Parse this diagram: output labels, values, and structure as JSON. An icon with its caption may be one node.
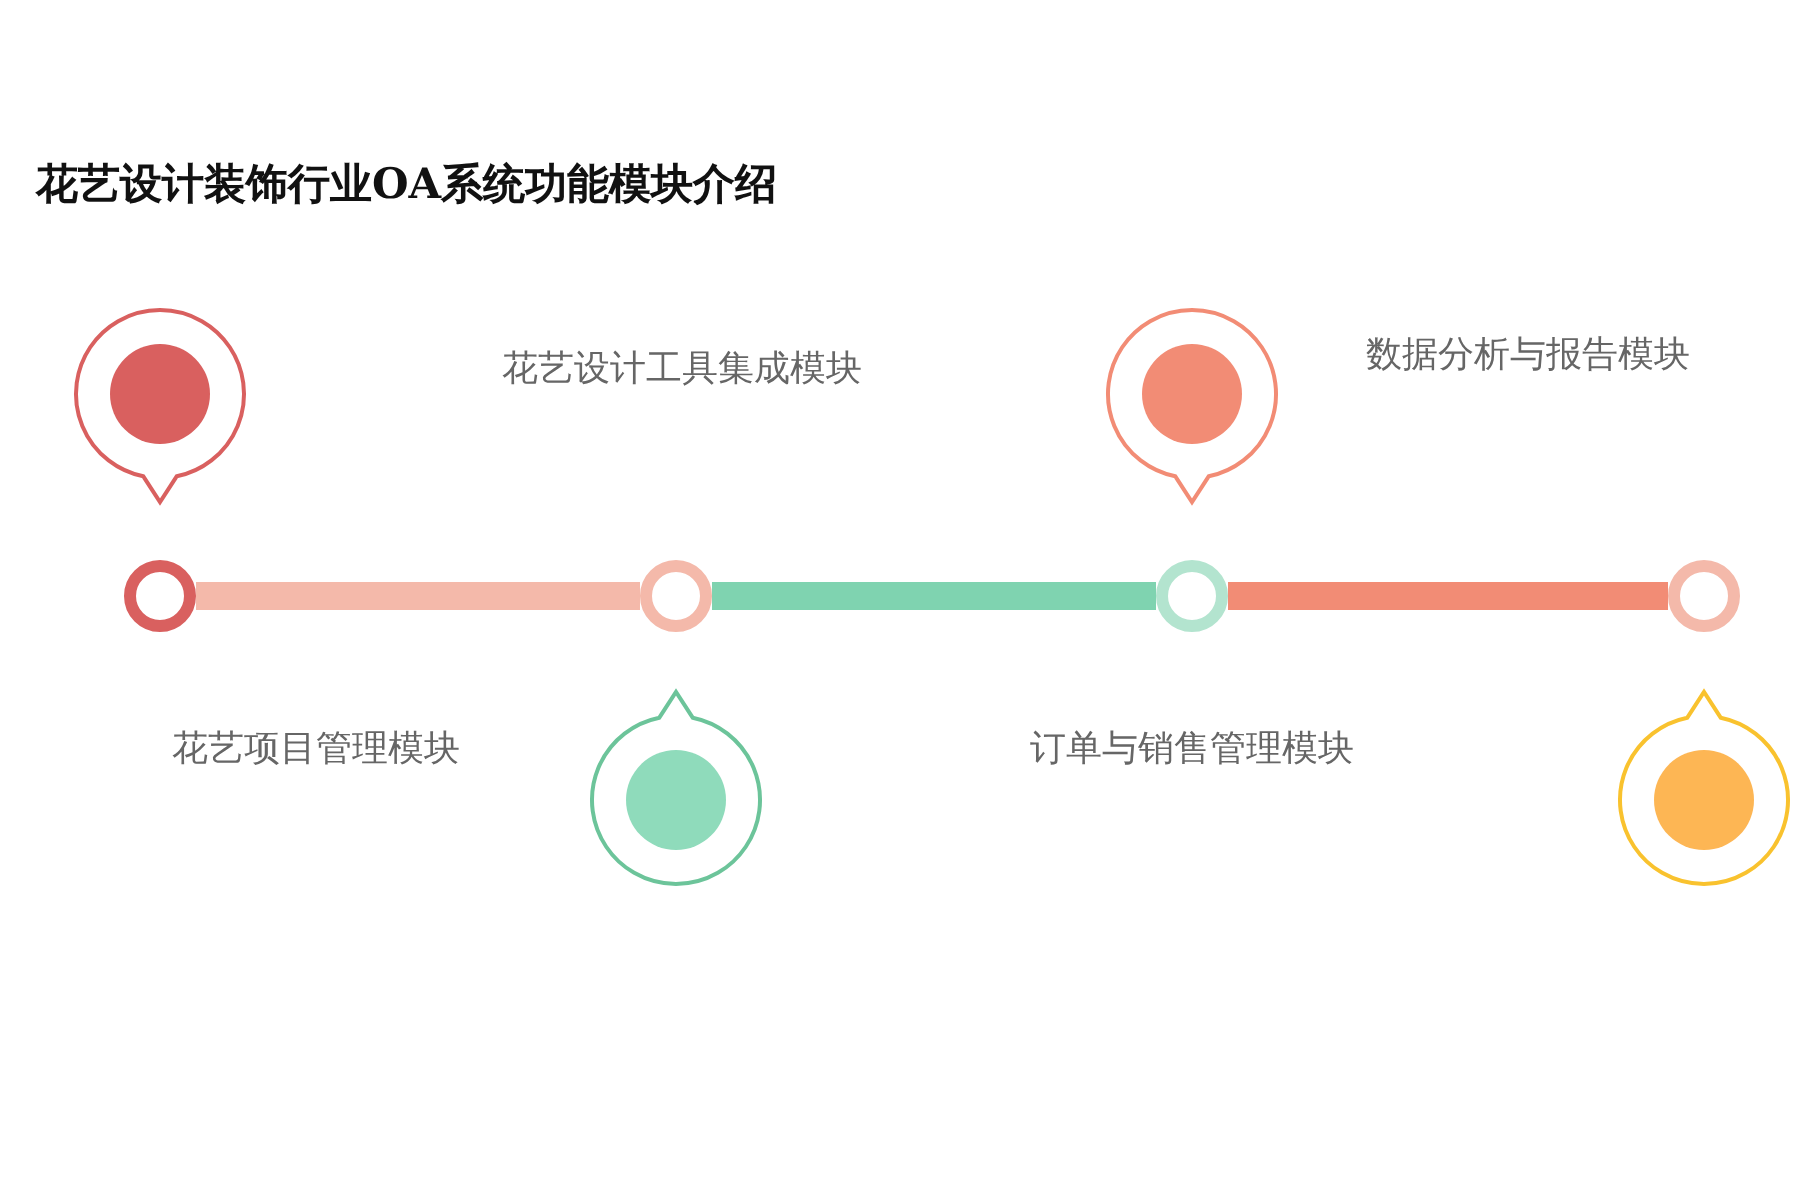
{
  "diagram": {
    "title": "花艺设计装饰行业OA系统功能模块介绍",
    "nodes": [
      {
        "text": [],
        "shape": "circle"
      },
      {
        "text": [],
        "shape": "circle"
      },
      {
        "text": [],
        "shape": "circle"
      },
      {
        "text": [],
        "shape": "circle"
      }
    ],
    "edges": [
      {
        "from": 0,
        "to": 1,
        "arrow": "none",
        "color": "#f4b9aa"
      },
      {
        "from": 1,
        "to": 2,
        "arrow": "none",
        "color": "#7fd3b0"
      },
      {
        "from": 2,
        "to": 3,
        "arrow": "none",
        "color": "#f28c75"
      }
    ],
    "labels": [
      "花艺设计工具集成模块",
      "数据分析与报告模块",
      "花艺项目管理模块",
      "订单与销售管理模块"
    ]
  }
}
